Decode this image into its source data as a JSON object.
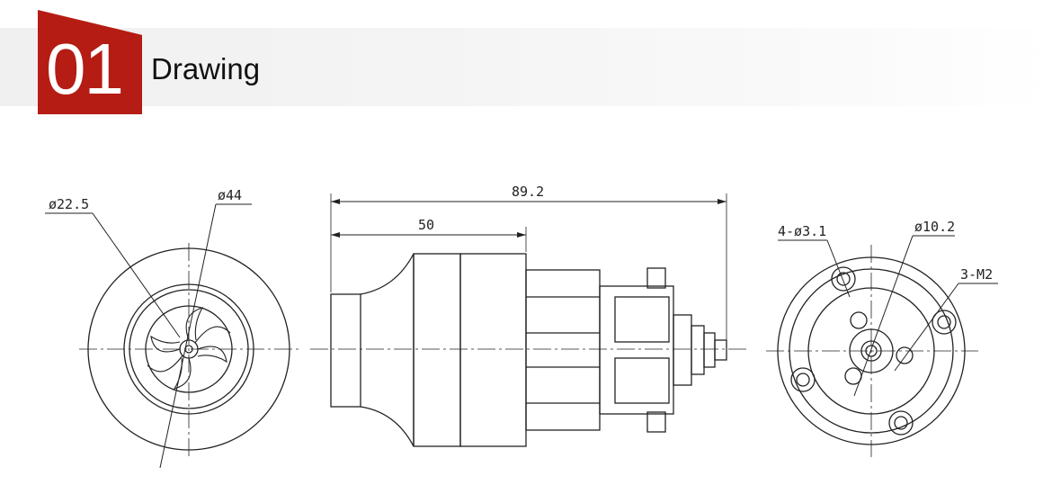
{
  "header": {
    "number": "01",
    "title": "Drawing",
    "accent_color": "#b51c14"
  },
  "drawing": {
    "front_view": {
      "dim_inner": "ø22.5",
      "dim_outer": "ø44"
    },
    "side_view": {
      "dim_total_length": "89.2",
      "dim_partial_length": "50"
    },
    "rear_view": {
      "dim_holes": "4-ø3.1",
      "dim_shaft": "ø10.2",
      "dim_threads": "3-M2"
    }
  }
}
